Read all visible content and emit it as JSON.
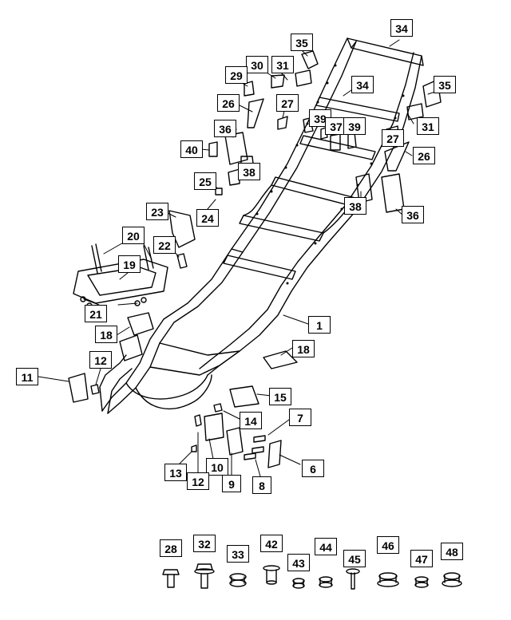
{
  "callouts": [
    {
      "id": "c34a",
      "label": "34"
    },
    {
      "id": "c35a",
      "label": "35"
    },
    {
      "id": "c30",
      "label": "30"
    },
    {
      "id": "c31a",
      "label": "31"
    },
    {
      "id": "c29",
      "label": "29"
    },
    {
      "id": "c35b",
      "label": "35"
    },
    {
      "id": "c34b",
      "label": "34"
    },
    {
      "id": "c26a",
      "label": "26"
    },
    {
      "id": "c27a",
      "label": "27"
    },
    {
      "id": "c39a",
      "label": "39"
    },
    {
      "id": "c37",
      "label": "37"
    },
    {
      "id": "c39b",
      "label": "39"
    },
    {
      "id": "c31b",
      "label": "31"
    },
    {
      "id": "c36a",
      "label": "36"
    },
    {
      "id": "c27b",
      "label": "27"
    },
    {
      "id": "c40",
      "label": "40"
    },
    {
      "id": "c26b",
      "label": "26"
    },
    {
      "id": "c38a",
      "label": "38"
    },
    {
      "id": "c25",
      "label": "25"
    },
    {
      "id": "c23",
      "label": "23"
    },
    {
      "id": "c24",
      "label": "24"
    },
    {
      "id": "c38b",
      "label": "38"
    },
    {
      "id": "c36b",
      "label": "36"
    },
    {
      "id": "c20",
      "label": "20"
    },
    {
      "id": "c22",
      "label": "22"
    },
    {
      "id": "c19",
      "label": "19"
    },
    {
      "id": "c21",
      "label": "21"
    },
    {
      "id": "c1",
      "label": "1"
    },
    {
      "id": "c18a",
      "label": "18"
    },
    {
      "id": "c18b",
      "label": "18"
    },
    {
      "id": "c12a",
      "label": "12"
    },
    {
      "id": "c11",
      "label": "11"
    },
    {
      "id": "c15",
      "label": "15"
    },
    {
      "id": "c14",
      "label": "14"
    },
    {
      "id": "c7",
      "label": "7"
    },
    {
      "id": "c13",
      "label": "13"
    },
    {
      "id": "c10",
      "label": "10"
    },
    {
      "id": "c12b",
      "label": "12"
    },
    {
      "id": "c9",
      "label": "9"
    },
    {
      "id": "c8",
      "label": "8"
    },
    {
      "id": "c6",
      "label": "6"
    },
    {
      "id": "c28",
      "label": "28"
    },
    {
      "id": "c32",
      "label": "32"
    },
    {
      "id": "c33",
      "label": "33"
    },
    {
      "id": "c42",
      "label": "42"
    },
    {
      "id": "c43",
      "label": "43"
    },
    {
      "id": "c44",
      "label": "44"
    },
    {
      "id": "c45",
      "label": "45"
    },
    {
      "id": "c46",
      "label": "46"
    },
    {
      "id": "c47",
      "label": "47"
    },
    {
      "id": "c48",
      "label": "48"
    }
  ]
}
